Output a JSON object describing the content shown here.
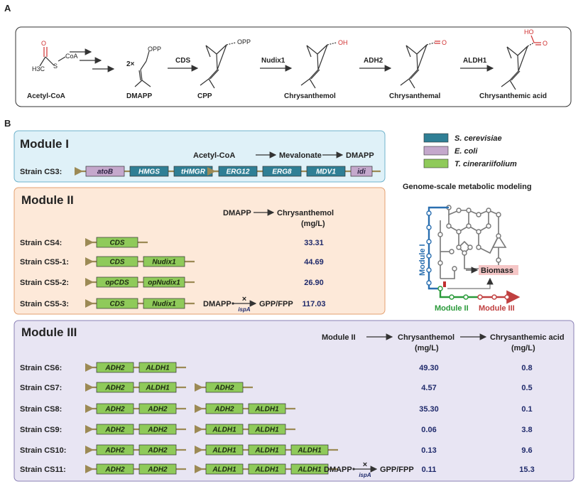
{
  "panel_a": {
    "label": "A",
    "compounds": [
      "Acetyl-CoA",
      "DMAPP",
      "CPP",
      "Chrysanthemol",
      "Chrysanthemal",
      "Chrysanthemic acid"
    ],
    "enzymes": [
      "CDS",
      "Nudix1",
      "ADH2",
      "ALDH1"
    ],
    "annotations": {
      "coa": "CoA",
      "h3c": "H3C",
      "s": "S",
      "o": "O",
      "opp1": "OPP",
      "opp2": "OPP",
      "oh": "OH",
      "o2": "O",
      "o3": "O",
      "ho": "HO",
      "two_x": "2×"
    }
  },
  "panel_b": {
    "label": "B",
    "legend": [
      {
        "name": "S. cerevisiae",
        "color": "#2f7f95"
      },
      {
        "name": "E. coli",
        "color": "#c4a8cc"
      },
      {
        "name": "T. cinerariifolium",
        "color": "#8fca5a"
      }
    ],
    "module1": {
      "title": "Module I",
      "pathway": [
        "Acetyl-CoA",
        "Mevalonate",
        "DMAPP"
      ],
      "strain": "Strain CS3:",
      "genes": [
        "atoB",
        "HMGS",
        "tHMGR",
        "ERG12",
        "ERG8",
        "MDV1",
        "idi"
      ]
    },
    "module2": {
      "title": "Module II",
      "pathway": [
        "DMAPP",
        "Chrysanthemol"
      ],
      "unit": "(mg/L)",
      "strains": [
        {
          "name": "Strain CS4:",
          "genes": [
            "CDS"
          ],
          "value": "33.31"
        },
        {
          "name": "Strain CS5-1:",
          "genes": [
            "CDS",
            "Nudix1"
          ],
          "value": "44.69"
        },
        {
          "name": "Strain CS5-2:",
          "genes": [
            "opCDS",
            "opNudix1"
          ],
          "value": "26.90"
        },
        {
          "name": "Strain CS5-3:",
          "genes": [
            "CDS",
            "Nudix1"
          ],
          "value": "117.03"
        }
      ],
      "ispa": {
        "left": "DMAPP",
        "right": "GPP/FPP",
        "gene": "ispA",
        "mark": "×"
      }
    },
    "gsmm": {
      "title": "Genome-scale metabolic modeling",
      "biomass": "Biomass",
      "module1": "Module I",
      "module2": "Module II",
      "module3": "Module III"
    },
    "module3": {
      "title": "Module III",
      "headers": [
        "Module II",
        "Chrysanthemol",
        "Chrysanthemic acid"
      ],
      "unit1": "(mg/L)",
      "unit2": "(mg/L)",
      "strains": [
        {
          "name": "Strain CS6:",
          "cassettes": [
            [
              "ADH2",
              "ALDH1"
            ]
          ],
          "v1": "49.30",
          "v2": "0.8"
        },
        {
          "name": "Strain CS7:",
          "cassettes": [
            [
              "ADH2",
              "ALDH1"
            ],
            [
              "ADH2"
            ]
          ],
          "v1": "4.57",
          "v2": "0.5"
        },
        {
          "name": "Strain CS8:",
          "cassettes": [
            [
              "ADH2",
              "ADH2"
            ],
            [
              "ADH2",
              "ALDH1"
            ]
          ],
          "v1": "35.30",
          "v2": "0.1"
        },
        {
          "name": "Strain CS9:",
          "cassettes": [
            [
              "ADH2",
              "ADH2"
            ],
            [
              "ALDH1",
              "ALDH1"
            ]
          ],
          "v1": "0.06",
          "v2": "3.8"
        },
        {
          "name": "Strain CS10:",
          "cassettes": [
            [
              "ADH2",
              "ADH2"
            ],
            [
              "ALDH1",
              "ALDH1",
              "ALDH1"
            ]
          ],
          "v1": "0.13",
          "v2": "9.6"
        },
        {
          "name": "Strain CS11:",
          "cassettes": [
            [
              "ADH2",
              "ADH2"
            ],
            [
              "ALDH1",
              "ALDH1",
              "ALDH1"
            ]
          ],
          "v1": "0.11",
          "v2": "15.3"
        }
      ],
      "ispa": {
        "left": "DMAPP",
        "right": "GPP/FPP",
        "gene": "ispA",
        "mark": "×"
      }
    }
  }
}
